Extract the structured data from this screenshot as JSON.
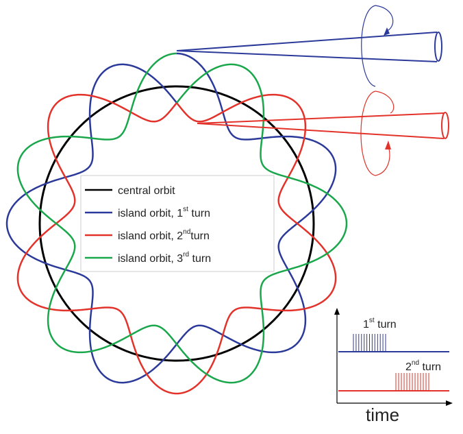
{
  "colors": {
    "central": "#000000",
    "turn1": "#2b3a9a",
    "turn2": "#e2322a",
    "turn3": "#1aa64b",
    "legend_border": "#cccccc",
    "axis": "#000000"
  },
  "legend": {
    "items": [
      {
        "text": "central orbit",
        "sup": "",
        "after": ""
      },
      {
        "text": "island orbit, 1",
        "sup": "st",
        "after": " turn"
      },
      {
        "text": "island orbit, 2",
        "sup": "nd",
        "after": "turn"
      },
      {
        "text": "island orbit, 3",
        "sup": "rd",
        "after": " turn"
      }
    ]
  },
  "timing": {
    "turn1_label": {
      "base": "1",
      "sup": "st",
      "after": " turn"
    },
    "turn2_label": {
      "base": "2",
      "sup": "nd",
      "after": " turn"
    },
    "axis_label": "time"
  },
  "icons": {
    "rotation_top": "clockwise-rotation-arrow-icon",
    "rotation_bottom": "counterclockwise-rotation-arrow-icon"
  }
}
